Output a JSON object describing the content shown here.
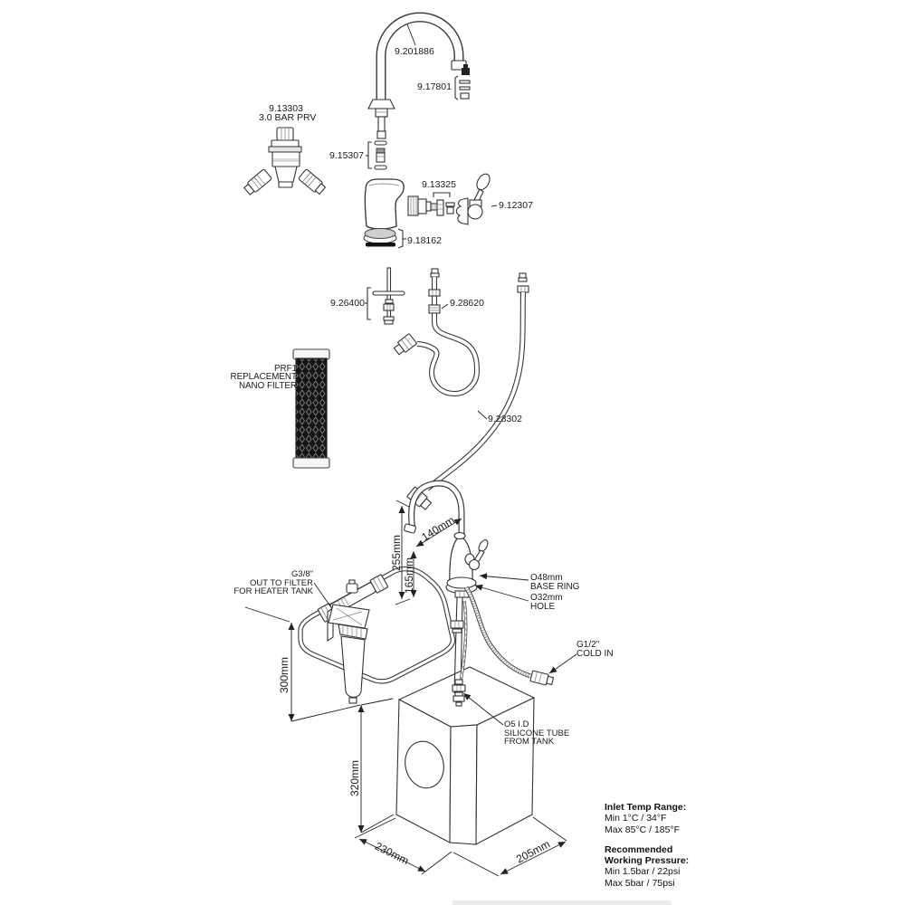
{
  "exploded": {
    "spout": "9.201886",
    "aerator": "9.17801",
    "prv_code": "9.13303",
    "prv_desc": "3.0 BAR PRV",
    "oring_kit": "9.15307",
    "cartridge": "9.13325",
    "handle": "9.12307",
    "base_seal": "9.18162",
    "fixing_kit": "9.26400",
    "hose_coiled": "9.28620",
    "hose_long": "9.28302",
    "filter": [
      "PRF1",
      "REPLACEMENT",
      "NANO FILTER"
    ]
  },
  "installation": {
    "dimensions": {
      "spout_reach": "140mm",
      "spout_height": "255mm",
      "outlet_height": "165mm",
      "filter_clearance": "300mm",
      "tank_height": "320mm",
      "tank_depth": "230mm",
      "tank_width": "205mm"
    },
    "notes": {
      "out_to_filter": [
        "G3/8\"",
        "OUT TO FILTER",
        "FOR HEATER TANK"
      ],
      "base_ring": [
        "O48mm",
        "BASE RING"
      ],
      "hole": [
        "O32mm",
        "HOLE"
      ],
      "cold_in": [
        "G1/2\"",
        "COLD IN"
      ],
      "silicone_tube": [
        "O5 I.D",
        "SILICONE TUBE",
        "FROM TANK"
      ]
    }
  },
  "specs": {
    "inlet_title": "Inlet Temp Range:",
    "inlet_min": "Min 1°C / 34°F",
    "inlet_max": "Max 85°C / 185°F",
    "pressure_title_1": "Recommended",
    "pressure_title_2": "Working Pressure:",
    "pressure_min": "Min 1.5bar / 22psi",
    "pressure_max": "Max 5bar / 75psi"
  }
}
